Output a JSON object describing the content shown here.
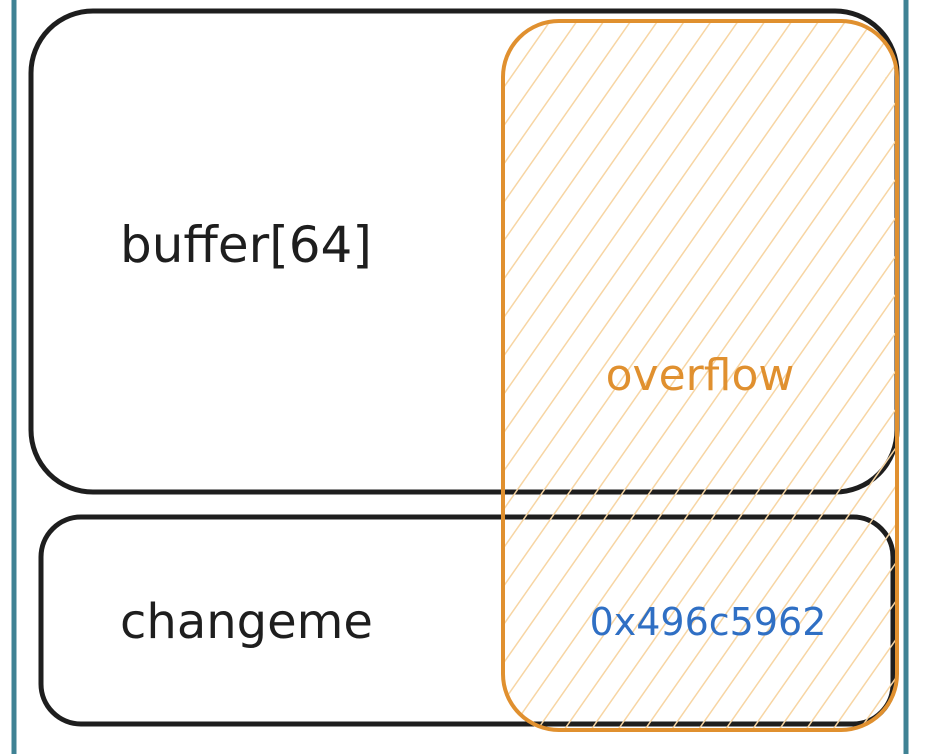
{
  "diagram": {
    "buffer_label": "buffer[64]",
    "changeme_label": "changeme",
    "overflow_label": "overflow",
    "value_label": "0x496c5962"
  },
  "colors": {
    "stroke": "#1e1e1e",
    "overflow": "#e0902f",
    "hatch": "#f7d5a3",
    "value": "#2f6fc4",
    "frame": "#3f8294"
  }
}
